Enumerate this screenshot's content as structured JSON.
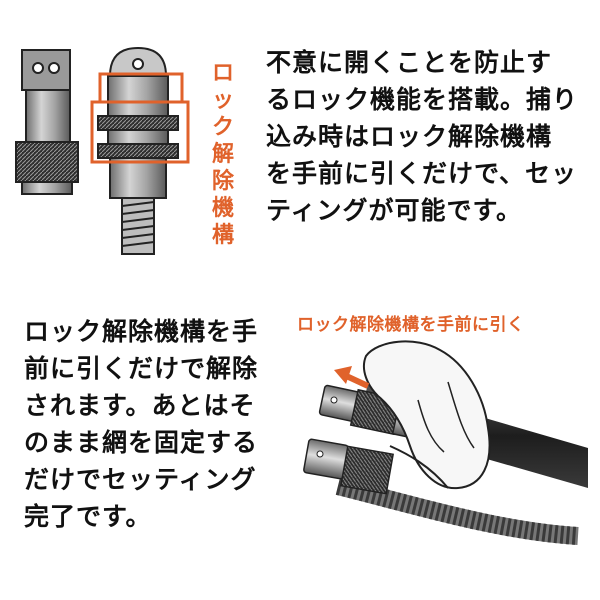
{
  "top_section": {
    "vertical_label": [
      "ロ",
      "ッ",
      "ク",
      "解",
      "除",
      "機",
      "構"
    ],
    "paragraph_lines": [
      "不意に開くことを防止す",
      "るロック機能を搭載。捕り",
      "込み時はロック解除機構",
      "を手前に引くだけで、セッ",
      "ティングが可能です。"
    ]
  },
  "bottom_section": {
    "paragraph_lines": [
      "ロック解除機構を手",
      "前に引くだけで解除",
      "されます。あとはそ",
      "のまま網を固定する",
      "だけでセッティング",
      "完了です。"
    ],
    "photo_caption": "ロック解除機構を手前に引く"
  },
  "colors": {
    "accent": "#e0622b",
    "text": "#111111",
    "metal_dark": "#3a3a3a",
    "metal_mid": "#8a8a8a",
    "metal_light": "#c9c9c9"
  }
}
